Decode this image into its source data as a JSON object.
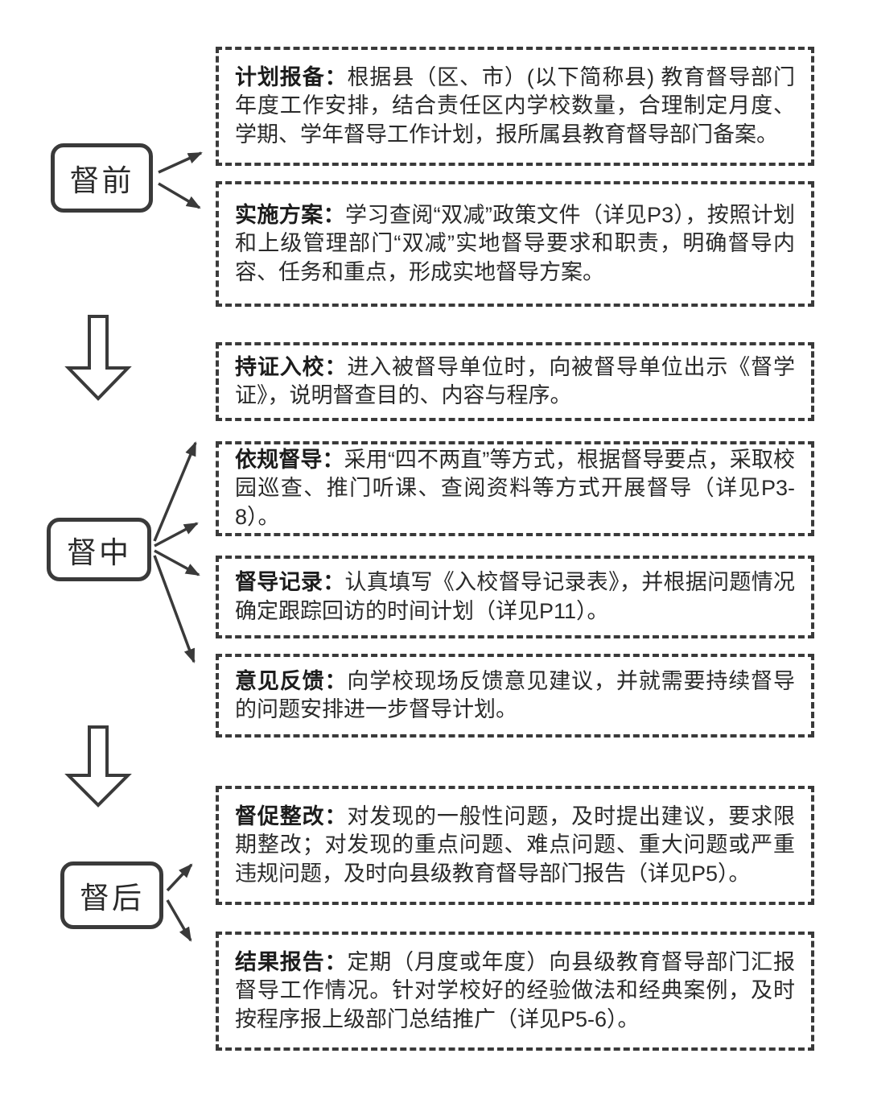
{
  "flowchart": {
    "stages": [
      {
        "label": "督前"
      },
      {
        "label": "督中"
      },
      {
        "label": "督后"
      }
    ],
    "steps": [
      {
        "title": "计划报备：",
        "body": "根据县（区、市）(以下简称县) 教育督导部门年度工作安排，结合责任区内学校数量，合理制定月度、学期、学年督导工作计划，报所属县教育督导部门备案。"
      },
      {
        "title": "实施方案：",
        "body": "学习查阅“双减”政策文件（详见P3），按照计划和上级管理部门“双减”实地督导要求和职责，明确督导内容、任务和重点，形成实地督导方案。"
      },
      {
        "title": "持证入校：",
        "body": "进入被督导单位时，向被督导单位出示《督学证》，说明督查目的、内容与程序。"
      },
      {
        "title": "依规督导：",
        "body": "采用“四不两直”等方式，根据督导要点，采取校园巡查、推门听课、查阅资料等方式开展督导（详见P3-8）。"
      },
      {
        "title": "督导记录：",
        "body": "认真填写《入校督导记录表》，并根据问题情况确定跟踪回访的时间计划（详见P11）。"
      },
      {
        "title": "意见反馈：",
        "body": "向学校现场反馈意见建议，并就需要持续督导的问题安排进一步督导计划。"
      },
      {
        "title": "督促整改：",
        "body": "对发现的一般性问题，及时提出建议，要求限期整改；对发现的重点问题、难点问题、重大问题或严重违规问题，及时向县级教育督导部门报告（详见P5）。"
      },
      {
        "title": "结果报告：",
        "body": "定期（月度或年度）向县级教育督导部门汇报督导工作情况。针对学校好的经验做法和经典案例，及时按程序报上级部门总结推广（详见P5-6）。"
      }
    ],
    "colors": {
      "line": "#3a3a3a",
      "text": "#2a2a2a",
      "background": "#ffffff"
    }
  }
}
